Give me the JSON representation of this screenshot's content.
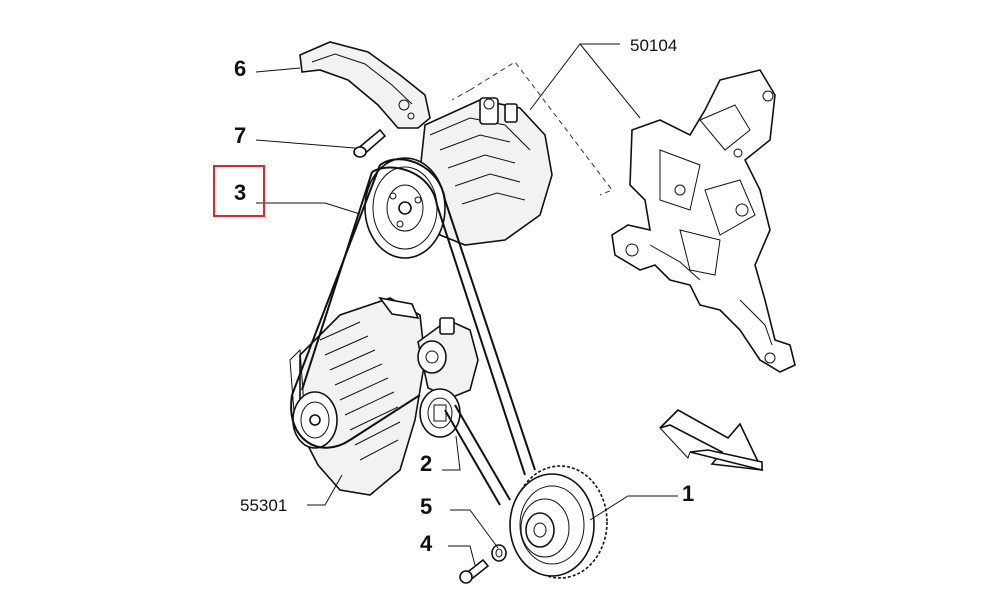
{
  "callouts": {
    "c1": "1",
    "c2": "2",
    "c3": "3",
    "c4": "4",
    "c5": "5",
    "c6": "6",
    "c7": "7"
  },
  "part_numbers": {
    "compressor_bracket": "50104",
    "alternator": "55301"
  },
  "highlight": {
    "callout": "3",
    "color": "#e0262b"
  }
}
